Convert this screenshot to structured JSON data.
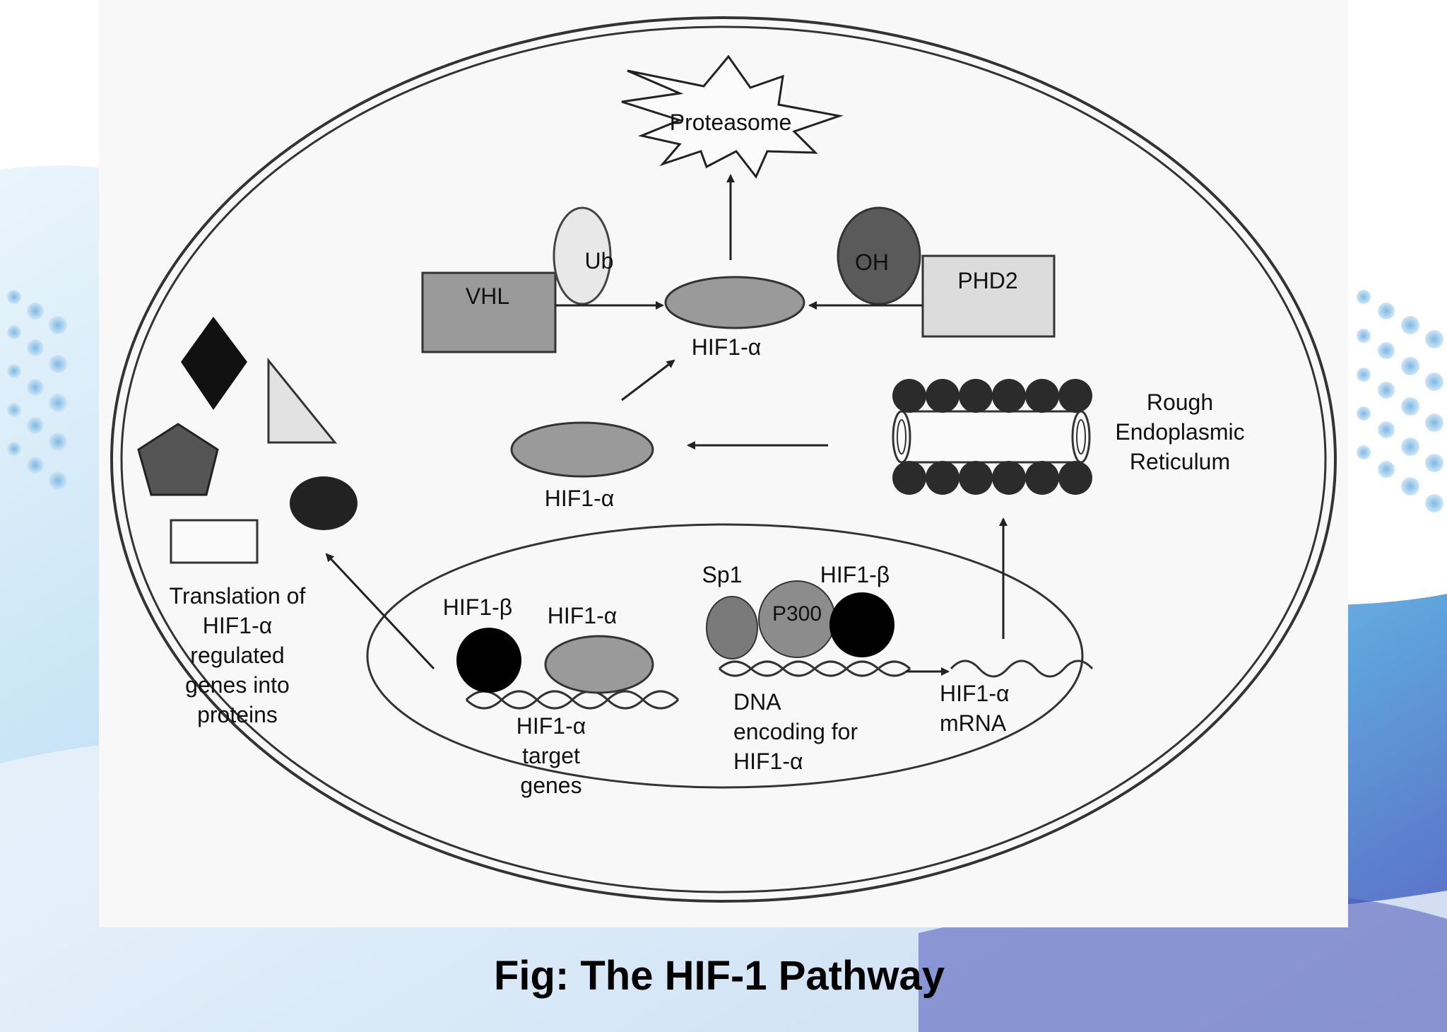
{
  "figure": {
    "caption": "Fig: The HIF-1 Pathway",
    "colors": {
      "background_gradient": [
        "#e6f3fb",
        "#6fb8e4",
        "#3d63b4",
        "#6a66c2"
      ],
      "panel": "#f7f7f7",
      "outline": "#333333",
      "dark_fill": "#111111",
      "mid_gray": "#8c8c8c",
      "light_gray": "#d8d8d8"
    }
  },
  "labels": {
    "proteasome": "Proteasome",
    "ub": "Ub",
    "vhl": "VHL",
    "oh": "OH",
    "phd2": "PHD2",
    "hif1a_top": "HIF1-α",
    "hif1a_mid": "HIF1-α",
    "rer_line1": "Rough",
    "rer_line2": "Endoplasmic",
    "rer_line3": "Reticulum",
    "translation_line1": "Translation of",
    "translation_line2": "HIF1-α",
    "translation_line3": "regulated",
    "translation_line4": "genes into",
    "translation_line5": "proteins",
    "hif1b_left": "HIF1-β",
    "hif1a_left": "HIF1-α",
    "target_line1": "HIF1-α",
    "target_line2": "target",
    "target_line3": "genes",
    "sp1": "Sp1",
    "p300": "P300",
    "hif1b_right": "HIF1-β",
    "dna_line1": "DNA",
    "dna_line2": "encoding for",
    "dna_line3": "HIF1-α",
    "mrna_line1": "HIF1-α",
    "mrna_line2": "mRNA"
  },
  "icons": [
    "starburst-icon",
    "diamond-icon",
    "triangle-icon",
    "pentagon-icon",
    "dark-oval-icon",
    "rectangle-icon"
  ]
}
